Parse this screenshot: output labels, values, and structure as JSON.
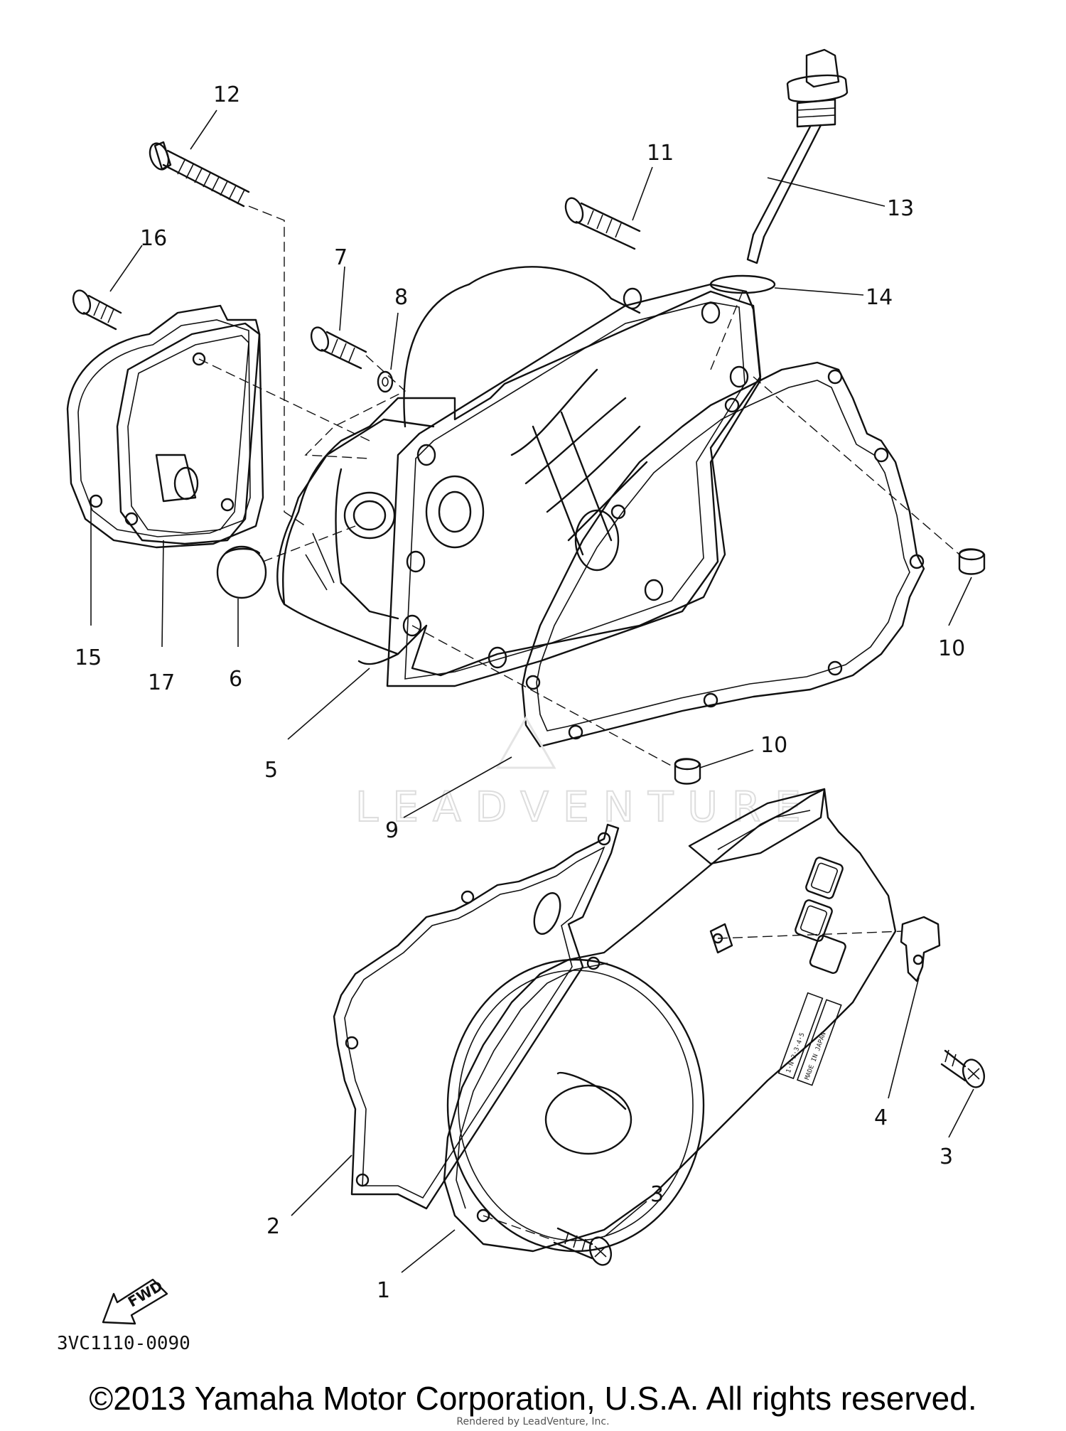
{
  "figure_code": "3VC1110-0090",
  "watermark": "LEADVENTURE",
  "copyright": "©2013 Yamaha Motor Corporation, U.S.A. All rights reserved.",
  "rendered_by": "Rendered by LeadVenture, Inc.",
  "direction_label": "FWD",
  "cover_stamp": {
    "line1": "1·N·2·3·4·5",
    "line2": "MADE IN JAPAN"
  },
  "callouts": {
    "p1": "1",
    "p2": "2",
    "p3a": "3",
    "p3b": "3",
    "p4": "4",
    "p5": "5",
    "p6": "6",
    "p7": "7",
    "p8": "8",
    "p9": "9",
    "p10a": "10",
    "p10b": "10",
    "p11": "11",
    "p12": "12",
    "p13": "13",
    "p14": "14",
    "p15": "15",
    "p16": "16",
    "p17": "17"
  }
}
